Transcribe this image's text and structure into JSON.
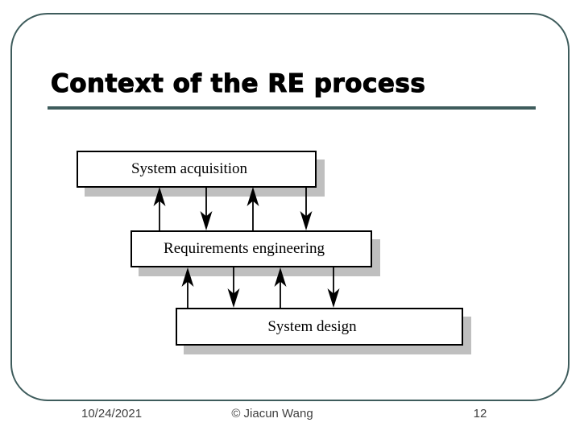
{
  "slide": {
    "title": "Context of the RE process",
    "accent_color": "#3E5C5C",
    "shadow_color": "#BFBFBF",
    "footer": {
      "date": "10/24/2021",
      "copyright": "© Jiacun Wang",
      "page_number": "12"
    }
  },
  "diagram": {
    "boxes": [
      {
        "id": "system-acquisition",
        "label": "System acquisition"
      },
      {
        "id": "requirements-engineering",
        "label": "Requirements engineering"
      },
      {
        "id": "system-design",
        "label": "System design"
      }
    ],
    "relations": [
      {
        "from": "System acquisition",
        "to": "Requirements engineering",
        "type": "bidirectional",
        "up_arrows": 2,
        "down_arrows": 2
      },
      {
        "from": "Requirements engineering",
        "to": "System design",
        "type": "bidirectional",
        "up_arrows": 2,
        "down_arrows": 2
      }
    ]
  }
}
